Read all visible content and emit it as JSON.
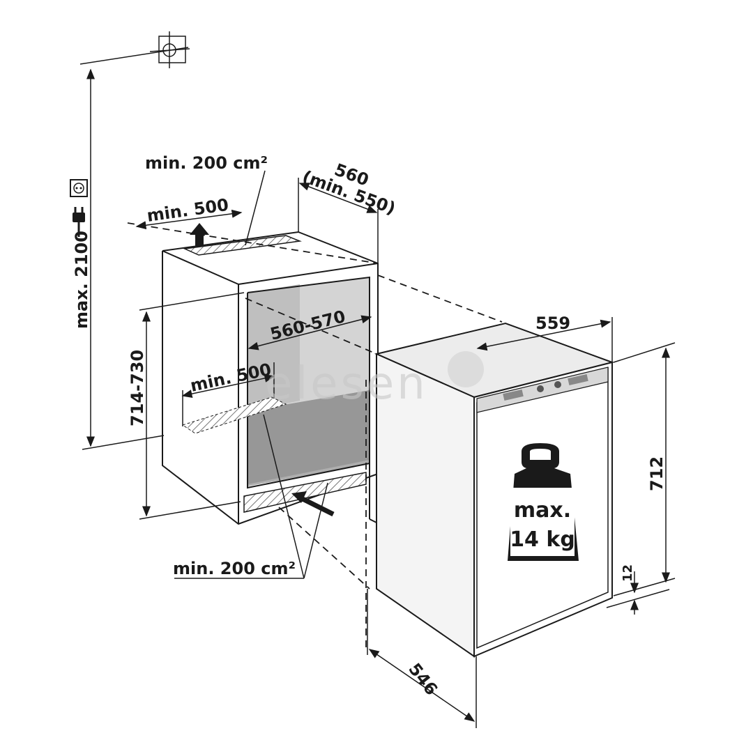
{
  "labels": {
    "vent_top": "min. 200 cm²",
    "depth_top_1": "560",
    "depth_top_2": "(min. 550)",
    "width_top": "min. 500",
    "niche_depth": "560-570",
    "niche_width": "min. 500",
    "niche_height": "714-730",
    "max_height": "max. 2100",
    "appliance_depth": "559",
    "appliance_height": "712",
    "plinth": "12",
    "appliance_width": "546",
    "vent_bottom": "min. 200 cm²",
    "load_1": "max.",
    "load_2": "14 kg"
  },
  "watermark": "elesen",
  "icons": [
    "socket-icon",
    "plug-icon",
    "target-icon",
    "weight-icon"
  ],
  "colors": {
    "line": "#1a1a1a",
    "shade": "#c9c9c9",
    "shade_light": "#e2e2e2"
  }
}
